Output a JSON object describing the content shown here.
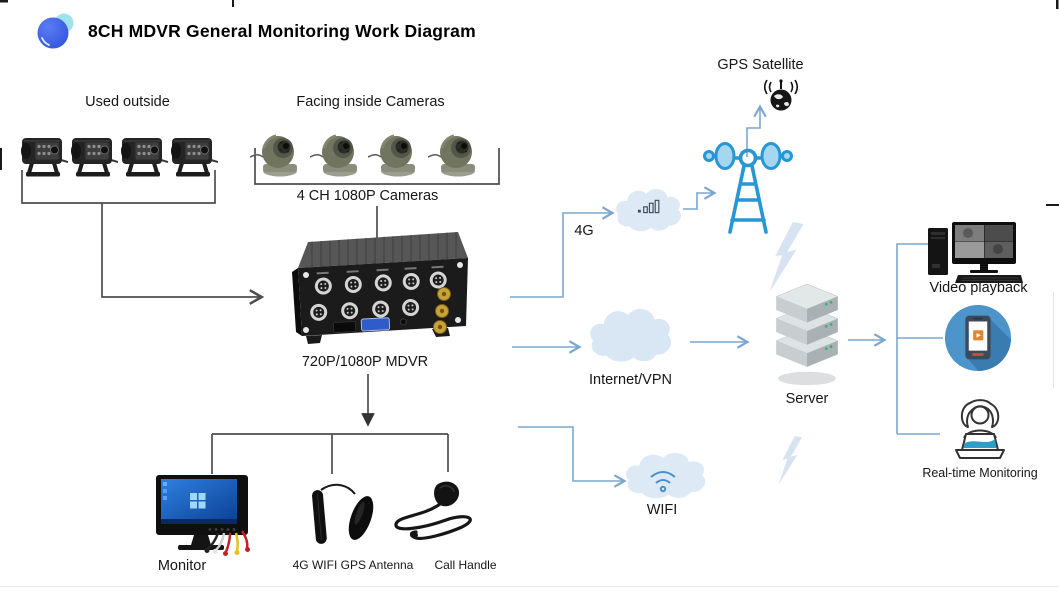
{
  "title": "8CH MDVR General Monitoring Work Diagram",
  "labels": {
    "used_outside": "Used outside",
    "facing_inside": "Facing inside Cameras",
    "four_ch_cameras": "4 CH 1080P Cameras",
    "mdvr": "720P/1080P MDVR",
    "gps_satellite": "GPS Satellite",
    "four_g": "4G",
    "internet_vpn": "Internet/VPN",
    "wifi": "WIFI",
    "server": "Server",
    "video_playback": "Video playback",
    "realtime_monitoring": "Real-time Monitoring",
    "monitor": "Monitor",
    "antenna": "4G WIFI GPS Antenna",
    "call_handle": "Call Handle"
  },
  "icons": {
    "logo": "blue sphere logo",
    "outdoor-camera-icon": "black rearview box camera",
    "dome-camera-icon": "gray dome camera",
    "mdvr-device-icon": "black MDVR box with aviation connectors",
    "signal-tower-icon": "blue transmission tower with dishes",
    "gps-satellite-icon": "black globe with antenna waves",
    "cloud-4g-icon": "cloud with signal bars",
    "cloud-internet-icon": "plain cloud",
    "cloud-wifi-icon": "cloud with wifi waves",
    "server-icon": "isometric server stack",
    "lightning-icon": "pale lightning bolt",
    "desktop-computer-icon": "PC tower with CCTV monitor and keyboard",
    "mobile-app-icon": "blue circle with phone and play button",
    "operator-icon": "person at laptop outline",
    "monitor-icon": "small LCD monitor with RCA cables",
    "antenna-icon": "rod and paddle antenna",
    "call-handle-icon": "handheld microphone with coiled cord"
  },
  "colors": {
    "line_blue": "#7da6ce",
    "line_dark": "#4d4d4d",
    "cloud_fill": "#dde9f4",
    "tower_blue": "#2697d4",
    "dish_fill": "#a5d7f0",
    "phone_circle": "#4c94ca",
    "play_orange": "#e0862e",
    "lightning": "#d7e3f0",
    "swoosh_blue": "#2e9dc8"
  }
}
